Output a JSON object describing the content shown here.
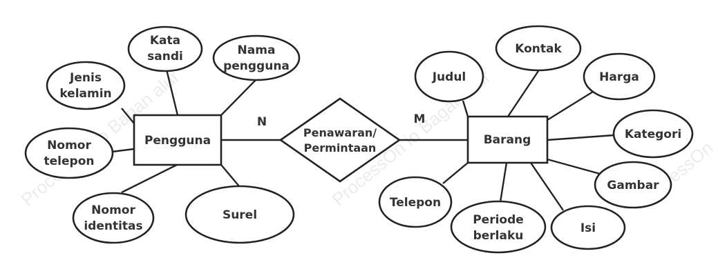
{
  "relationship": {
    "lines": [
      "Penawaran/",
      "Permintaan"
    ],
    "left_cardinality": "N",
    "right_cardinality": "M"
  },
  "entities": {
    "pengguna": {
      "label": "Pengguna",
      "attributes": {
        "kata_sandi": [
          "Kata",
          "sandi"
        ],
        "nama_pengguna": [
          "Nama",
          "pengguna"
        ],
        "jenis_kelamin": [
          "Jenis",
          "kelamin"
        ],
        "nomor_telepon": [
          "Nomor",
          "telepon"
        ],
        "nomor_identitas": [
          "Nomor",
          "identitas"
        ],
        "surel": [
          "Surel"
        ]
      }
    },
    "barang": {
      "label": "Barang",
      "attributes": {
        "judul": [
          "Judul"
        ],
        "kontak": [
          "Kontak"
        ],
        "harga": [
          "Harga"
        ],
        "kategori": [
          "Kategori"
        ],
        "gambar": [
          "Gambar"
        ],
        "telepon": [
          "Telepon"
        ],
        "periode_berlaku": [
          "Periode",
          "berlaku"
        ],
        "isi": [
          "Isi"
        ]
      }
    }
  },
  "watermark": {
    "text_1": "ProcessOn io Bagan alur",
    "text_2": "ProcessOn io Bagan alur",
    "text_3": "ProcessOn"
  }
}
